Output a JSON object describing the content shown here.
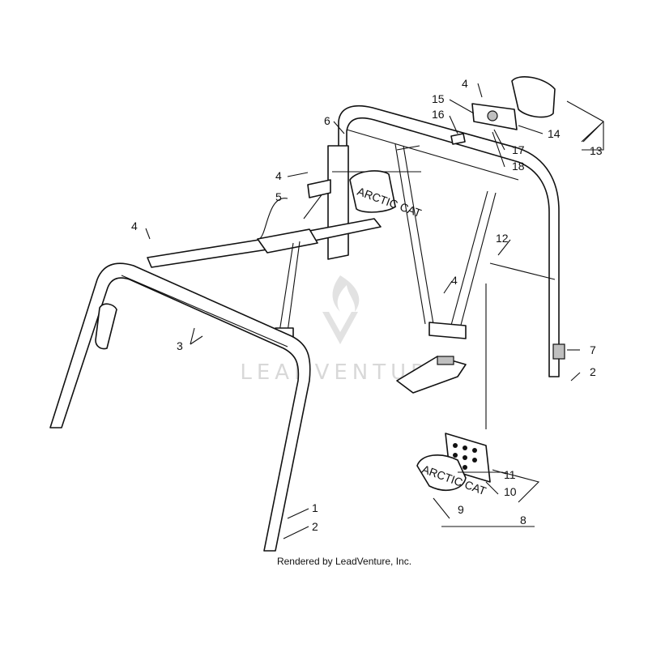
{
  "watermark": {
    "brand": "LEADVENTURE"
  },
  "credit": "Rendered by LeadVenture, Inc.",
  "callouts": {
    "c1": "1",
    "c2a": "2",
    "c2b": "2",
    "c3": "3",
    "c4a": "4",
    "c4b": "4",
    "c4c": "4",
    "c4d": "4",
    "c5": "5",
    "c6": "6",
    "c7": "7",
    "c8": "8",
    "c9": "9",
    "c10": "10",
    "c11": "11",
    "c12": "12",
    "c13": "13",
    "c14": "14",
    "c15": "15",
    "c16": "16",
    "c17": "17",
    "c18": "18"
  },
  "badge_text": "ARCTIC CAT"
}
